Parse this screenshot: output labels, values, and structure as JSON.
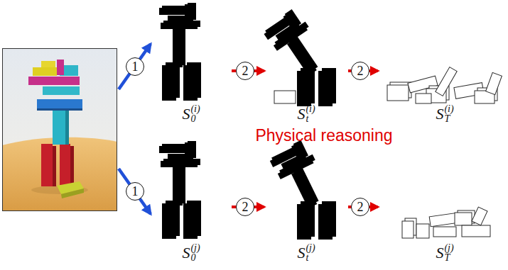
{
  "diagram": {
    "nodes": [
      {
        "text": [
          "S",
          "0",
          "(i)"
        ]
      },
      {
        "text": [
          "S",
          "t",
          "(i)"
        ]
      },
      {
        "text": [
          "S",
          "T",
          "(i)"
        ]
      },
      {
        "text": [
          "S",
          "0",
          "(j)"
        ]
      },
      {
        "text": [
          "S",
          "t",
          "(j)"
        ]
      },
      {
        "text": [
          "S",
          "T",
          "(j)"
        ]
      }
    ],
    "edges": [
      {
        "from": 0,
        "to": 1,
        "arrow": "to",
        "label": "2"
      },
      {
        "from": 1,
        "to": 2,
        "arrow": "to",
        "label": "2"
      },
      {
        "from": 3,
        "to": 4,
        "arrow": "to",
        "label": "2"
      },
      {
        "from": 4,
        "to": 5,
        "arrow": "to",
        "label": "2"
      }
    ],
    "labels": [
      "1",
      "Physical reasoning",
      "1"
    ]
  }
}
